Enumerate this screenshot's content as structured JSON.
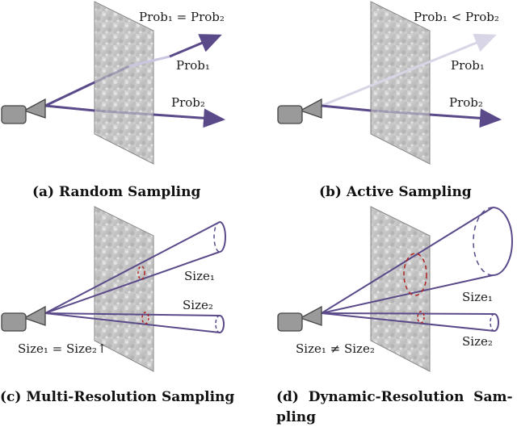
{
  "colors": {
    "ray": "#5a4a8a",
    "ray_faded": "#d8d6e6",
    "dashed_far": "#5a4a8a",
    "dashed_plane": "#b22222",
    "camera_body": "#9a9a9a",
    "plane_fill": "#c9c9c9"
  },
  "panels": [
    {
      "id": "a",
      "caption": "(a) Random Sampling",
      "top_label": "Prob₁ = Prob₂",
      "mid_label": "Prob₁",
      "low_label": "Prob₂"
    },
    {
      "id": "b",
      "caption": "(b) Active Sampling",
      "top_label": "Prob₁ < Prob₂",
      "mid_label": "Prob₁",
      "low_label": "Prob₂"
    },
    {
      "id": "c",
      "caption": "(c) Multi-Resolution Sampling",
      "size1_label": "Size₁",
      "size2_label": "Size₂",
      "relation_label": "Size₁ = Size₂↑"
    },
    {
      "id": "d",
      "caption_line1": "(d)  Dynamic-Resolution  Sam-",
      "caption_line2": "pling",
      "size1_label": "Size₁",
      "size2_label": "Size₂",
      "relation_label": "Size₁ ≠ Size₂"
    }
  ]
}
